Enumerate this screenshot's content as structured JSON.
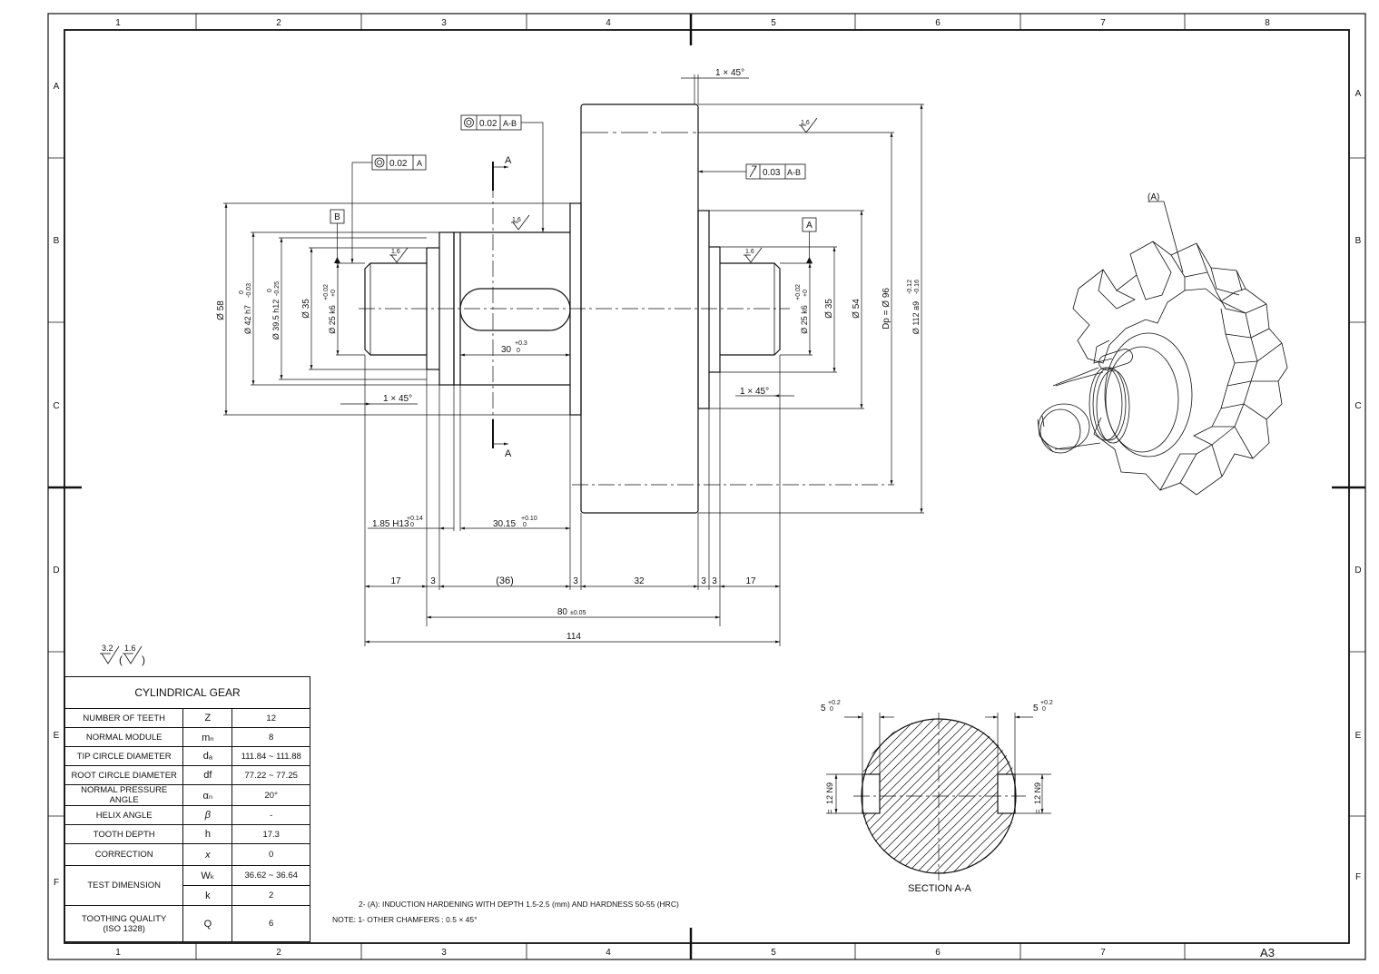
{
  "sheet": {
    "col_numbers": [
      "1",
      "2",
      "3",
      "4",
      "5",
      "6",
      "7",
      "8"
    ],
    "row_letters": [
      "A",
      "B",
      "C",
      "D",
      "E",
      "F"
    ],
    "size": "A3"
  },
  "surface_finish": {
    "general": "3.2",
    "other": "1.6",
    "local": "1.6"
  },
  "dimensions": {
    "chamfer_top": "1 × 45°",
    "chamfer_left": "1 × 45°",
    "chamfer_right": "1 × 45°",
    "d58": "Ø 58",
    "d42": "Ø 42 h7",
    "d42_tol_upper": "0",
    "d42_tol_lower": "-0.03",
    "d39": "Ø 39.5 h12",
    "d39_tol_upper": "0",
    "d39_tol_lower": "-0.25",
    "d35_left": "Ø 35",
    "d25_left": "Ø 25 k6",
    "d25_tol_upper": "+0.02",
    "d25_tol_lower": "+0",
    "d25_right": "Ø 25 k6",
    "d35_right": "Ø 35",
    "d54": "Ø 54",
    "dp": "Dp = Ø 96",
    "d112": "Ø 112 a9",
    "d112_tol_upper": "-0.12",
    "d112_tol_lower": "-0.16",
    "keyway_len": "30",
    "keyway_tol_upper": "+0.3",
    "keyway_tol_lower": "0",
    "groove_w": "1.85 H13",
    "groove_tol_upper": "+0.14",
    "groove_tol_lower": "0",
    "groove_pos": "30.15",
    "groove_pos_tol_upper": "+0.10",
    "groove_pos_tol_lower": "0",
    "l17a": "17",
    "l3a": "3",
    "l36": "(36)",
    "l3b": "3",
    "l32": "32",
    "l3c": "3",
    "l3d": "3",
    "l17b": "17",
    "l80": "80",
    "l80_tol": "±0.05",
    "l114": "114"
  },
  "gdt": {
    "concentric_1": {
      "value": "0.02",
      "datum": "A-B"
    },
    "concentric_2": {
      "value": "0.02",
      "datum": "A"
    },
    "runout": {
      "value": "0.03",
      "datum": "A-B"
    },
    "datum_a": "A",
    "datum_b": "B",
    "section_label": "A"
  },
  "iso_view": {
    "label": "(A)"
  },
  "section_view": {
    "title": "SECTION A-A",
    "key_w_left": "5",
    "key_w_right": "5",
    "key_w_tol_upper": "+0.2",
    "key_w_tol_lower": "0",
    "key_depth_left": "12 N9",
    "key_depth_right": "12 N9",
    "eq_sign": "="
  },
  "gear_table": {
    "title": "CYLINDRICAL GEAR",
    "rows": [
      {
        "name": "NUMBER OF TEETH",
        "sym": "Z",
        "val": "12"
      },
      {
        "name": "NORMAL MODULE",
        "sym": "mₙ",
        "val": "8"
      },
      {
        "name": "TIP CIRCLE DIAMETER",
        "sym": "dₐ",
        "val": "111.84 ~ 111.88"
      },
      {
        "name": "ROOT CIRCLE DIAMETER",
        "sym": "df",
        "val": "77.22 ~ 77.25"
      },
      {
        "name": "NORMAL PRESSURE ANGLE",
        "sym": "αₙ",
        "val": "20°"
      },
      {
        "name": "HELIX ANGLE",
        "sym": "β",
        "val": "-"
      },
      {
        "name": "TOOTH DEPTH",
        "sym": "h",
        "val": "17.3"
      },
      {
        "name": "CORRECTION",
        "sym": "x",
        "val": "0"
      }
    ],
    "test_name": "TEST DIMENSION",
    "test_rows": [
      {
        "sym": "Wₖ",
        "val": "36.62 ~ 36.64"
      },
      {
        "sym": "k",
        "val": "2"
      }
    ],
    "quality_name_1": "TOOTHING QUALITY",
    "quality_name_2": "(ISO 1328)",
    "quality_sym": "Q",
    "quality_val": "6"
  },
  "notes": {
    "note2": "2- (A): INDUCTION HARDENING WITH DEPTH 1.5-2.5 (mm) AND HARDNESS 50-55 (HRC)",
    "note1": "NOTE: 1- OTHER CHAMFERS : 0.5 × 45°"
  }
}
